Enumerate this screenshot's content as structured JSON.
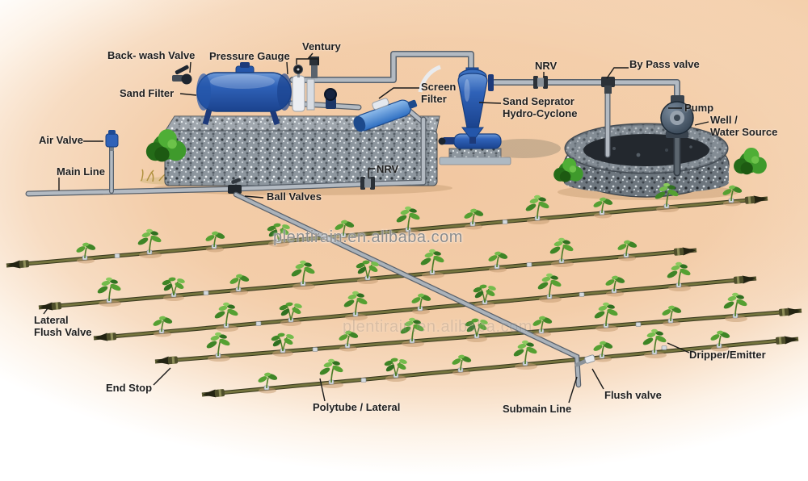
{
  "diagram": {
    "type": "drip-irrigation-system-diagram",
    "labels": {
      "back_wash_valve": "Back- wash Valve",
      "pressure_gauge": "Pressure Gauge",
      "ventury": "Ventury",
      "sand_filter": "Sand Filter",
      "screen_filter": "Screen\nFilter",
      "sand_separator": "Sand Seprator\nHydro-Cyclone",
      "nrv_top": "NRV",
      "by_pass_valve": "By Pass valve",
      "pump": "Pump",
      "well": "Well /\nWater Source",
      "air_valve": "Air Valve",
      "main_line": "Main Line",
      "nrv_lower": "NRV",
      "ball_valves": "Ball Valves",
      "lateral_flush_valve": "Lateral\nFlush Valve",
      "end_stop": "End Stop",
      "polytube_lateral": "Polytube / Lateral",
      "submain_line": "Submain Line",
      "flush_valve": "Flush valve",
      "dripper_emitter": "Dripper/Emitter"
    },
    "watermark": {
      "center": "plentirain.en.alibaba.com",
      "field": "plentirain.en.alibaba.com"
    },
    "colors": {
      "background_peach": "#f3cda9",
      "tank_blue": "#2f62b8",
      "pipe_gray": "#aab2ba",
      "lateral_olive": "#75753e",
      "leaf_green": "#55a032",
      "stone_gray": "#8d969e",
      "label_text": "#1f1f1f"
    }
  }
}
